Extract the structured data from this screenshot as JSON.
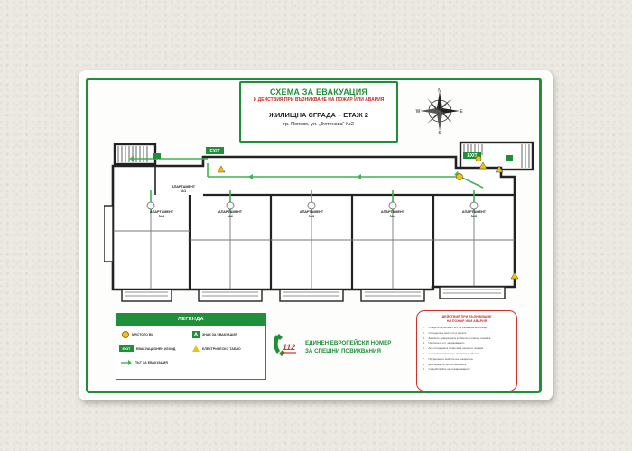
{
  "sign": {
    "title": "СХЕМА ЗА ЕВАКУАЦИЯ",
    "subtitle": "И ДЕЙСТВИЯ ПРИ ВЪЗНИКВАНЕ НА ПОЖАР ИЛИ АВАРИЯ",
    "building": "ЖИЛИЩНА СГРАДА – ЕТАЖ 2",
    "address": "гр. Попово, ул. „Фотинова“ №2"
  },
  "compass": {
    "n": "N",
    "e": "E",
    "s": "S",
    "w": "W"
  },
  "plan": {
    "exit_label": "EXIT",
    "apartments": [
      {
        "label": "АПАРТАМЕНТ",
        "number": "№1"
      },
      {
        "label": "АПАРТАМЕНТ",
        "number": "№2"
      },
      {
        "label": "АПАРТАМЕНТ",
        "number": "№3"
      },
      {
        "label": "АПАРТАМЕНТ",
        "number": "№4"
      },
      {
        "label": "АПАРТАМЕНТ",
        "number": "№5"
      },
      {
        "label": "АПАРТАМЕНТ",
        "number": "№6"
      }
    ]
  },
  "legend": {
    "title": "ЛЕГЕНДА",
    "items": [
      {
        "icon": "you-are-here-dot",
        "text": "МЯСТОТО ВИ"
      },
      {
        "icon": "exit-sign",
        "text": "ЕВАКУАЦИОНЕН ИЗХОД"
      },
      {
        "icon": "green-arrow",
        "text": "ПЪТ ЗА ЕВАКУАЦИЯ"
      },
      {
        "icon": "evacuation-route-sign",
        "text": "ЗНАК ЗА ЕВАКУАЦИЯ"
      },
      {
        "icon": "warning-triangle",
        "text": "ЕЛЕКТРИЧЕСКО ТАБЛО"
      }
    ],
    "exit_label": "EXIT"
  },
  "emergency": {
    "number": "112",
    "line1": "ЕДИНЕН ЕВРОПЕЙСКИ НОМЕР",
    "line2": "ЗА СПЕШНИ ПОВИКВАНИЯ"
  },
  "actions": {
    "title_line1": "ДЕЙСТВИЯ ПРИ ВЪЗНИКВАНЕ",
    "title_line2": "НА ПОЖАР ИЛИ АВАРИЯ",
    "items": [
      {
        "num": "1.",
        "text": "Обадете се на ЕЕН 112 за възникналия пожар."
      },
      {
        "num": "2.",
        "text": "Определете мястото и обекта."
      },
      {
        "num": "3.",
        "text": "Загасете евакуацията в обекта съгласно схемата"
      },
      {
        "num": "4.",
        "text": "Изключете ел. захранването."
      },
      {
        "num": "5.",
        "text": "Ако ситуацията позволява загасете пожара"
      },
      {
        "num": "6.",
        "text": "с пожарогасителните средства в обекта."
      },
      {
        "num": "7.",
        "text": "Посрещнете екипите на пожарната."
      },
      {
        "num": "8.",
        "text": "Докладвайте за обстановката."
      },
      {
        "num": "9.",
        "text": "Съдействайте на пожарникарите."
      }
    ]
  },
  "colors": {
    "frame": "#1f8f3a",
    "danger": "#d0302a",
    "route": "#3fb34f",
    "wall": "#222222",
    "warning": "#f0c010"
  }
}
